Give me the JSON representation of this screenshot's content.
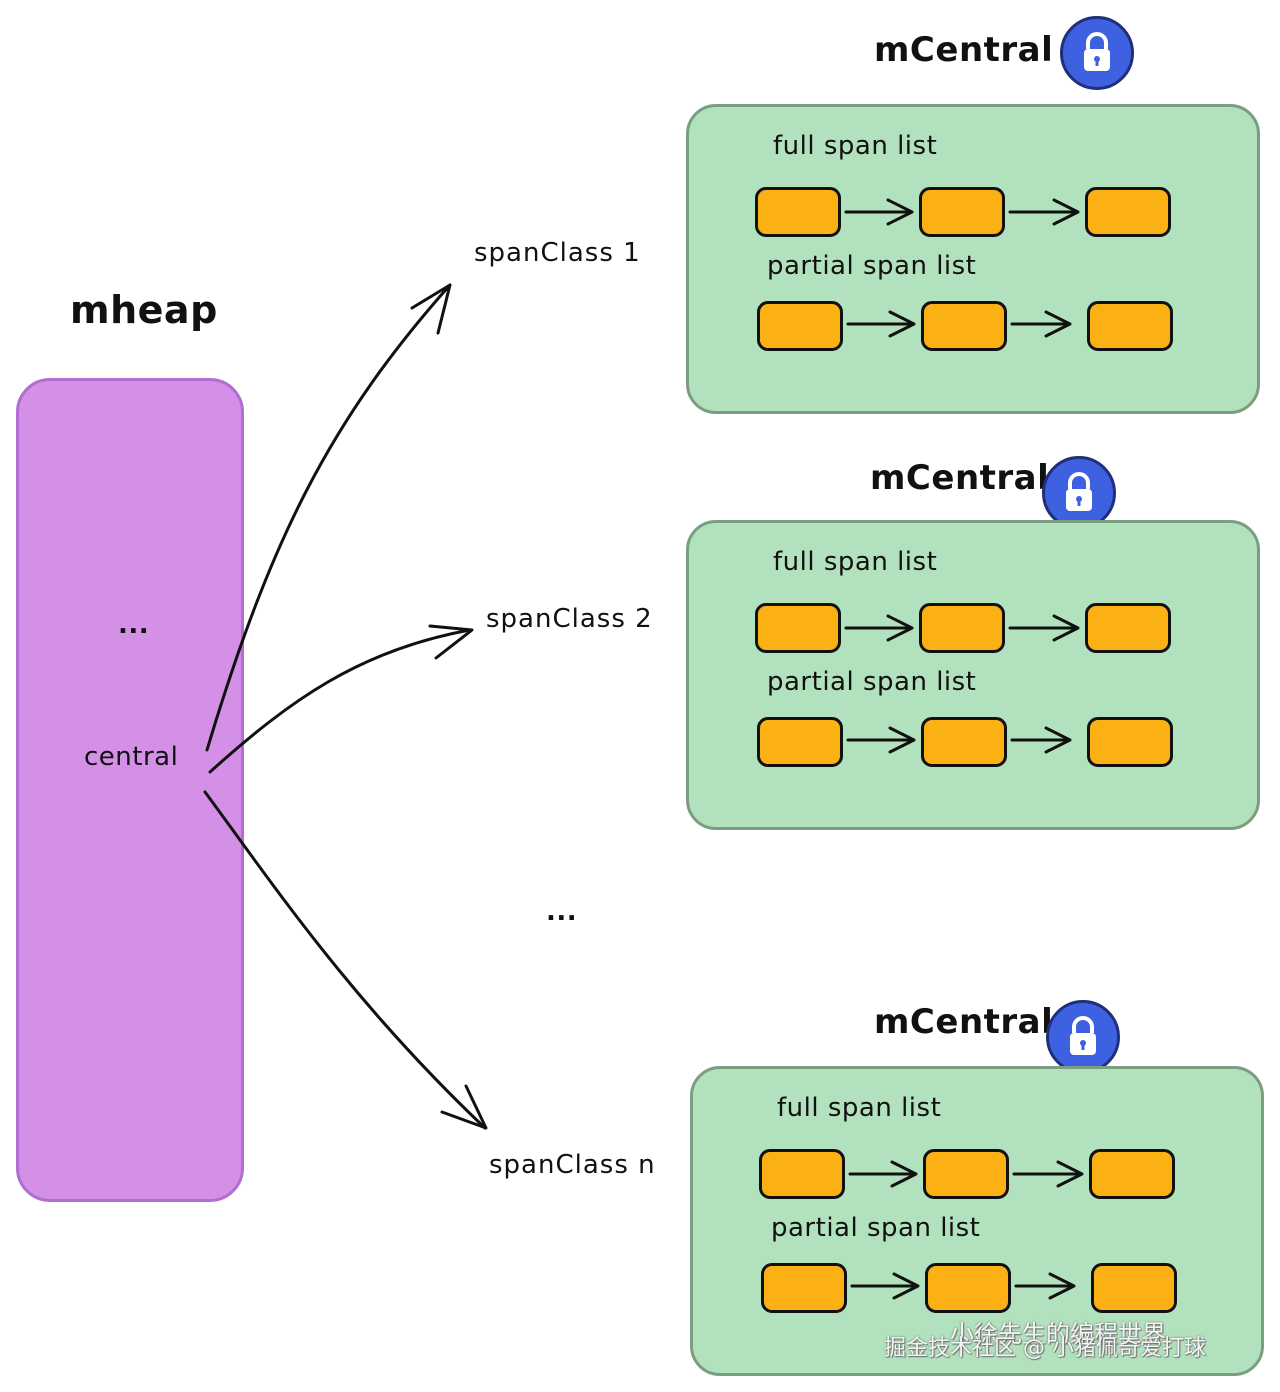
{
  "mheap": {
    "title": "mheap",
    "dots": "...",
    "central_label": "central"
  },
  "span_classes": [
    {
      "label": "spanClass 1"
    },
    {
      "label": "spanClass 2"
    },
    {
      "label": "spanClass n"
    }
  ],
  "middle_dots": "...",
  "centrals": [
    {
      "title": "mCentral",
      "full_label": "full span list",
      "partial_label": "partial span list"
    },
    {
      "title": "mCentral",
      "full_label": "full span list",
      "partial_label": "partial span list"
    },
    {
      "title": "mCentral",
      "full_label": "full span list",
      "partial_label": "partial span list"
    }
  ],
  "colors": {
    "mheap_fill": "#d48fe6",
    "central_fill": "#b2e2bd",
    "span_fill": "#fbb114",
    "lock_fill": "#3d61e0"
  },
  "icons": {
    "lock": "lock-icon"
  },
  "watermark": {
    "line1": "小徐先生的编程世界",
    "line2": "掘金技术社区 @ 小猪佩奇爱打球"
  }
}
